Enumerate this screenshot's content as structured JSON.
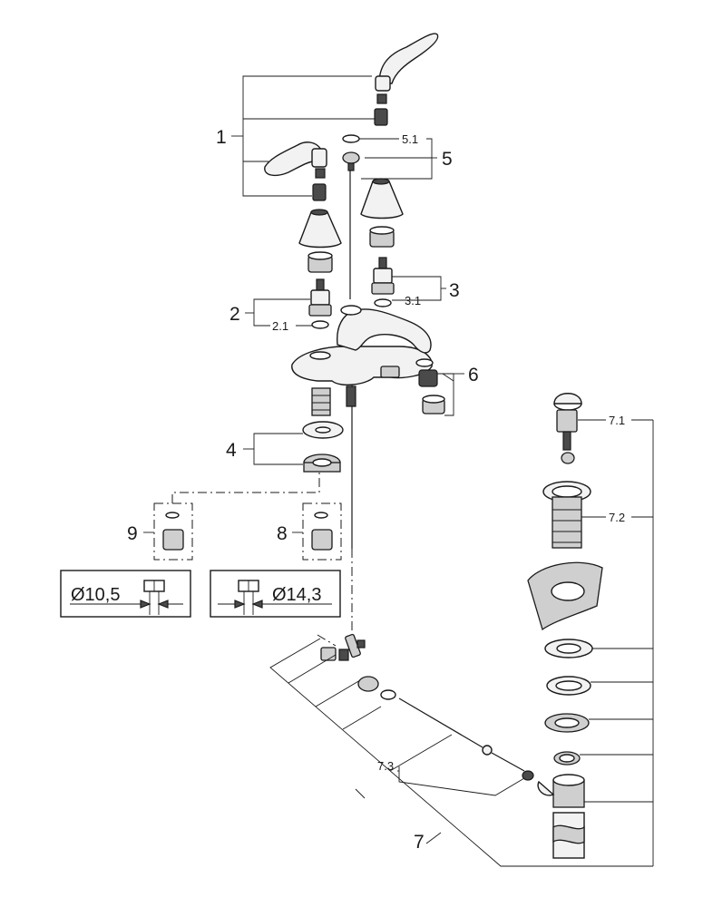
{
  "callouts": {
    "c1": "1",
    "c2": "2",
    "c2_1": "2.1",
    "c3": "3",
    "c3_1": "3.1",
    "c4": "4",
    "c5": "5",
    "c5_1": "5.1",
    "c6": "6",
    "c7": "7",
    "c7_1": "7.1",
    "c7_2": "7.2",
    "c7_3": "7.3",
    "c8": "8",
    "c9": "9"
  },
  "dimensions": {
    "left_box": "Ø10,5",
    "right_box": "Ø14,3"
  }
}
